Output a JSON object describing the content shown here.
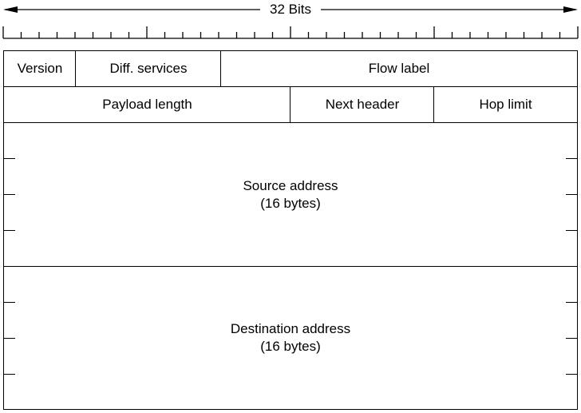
{
  "ruler": {
    "label": "32 Bits",
    "bit_count": 32
  },
  "header": {
    "row1": {
      "version": "Version",
      "diff_services": "Diff. services",
      "flow_label": "Flow label"
    },
    "row2": {
      "payload_length": "Payload length",
      "next_header": "Next header",
      "hop_limit": "Hop limit"
    },
    "source": {
      "line1": "Source address",
      "line2": "(16 bytes)"
    },
    "destination": {
      "line1": "Destination address",
      "line2": "(16 bytes)"
    }
  }
}
